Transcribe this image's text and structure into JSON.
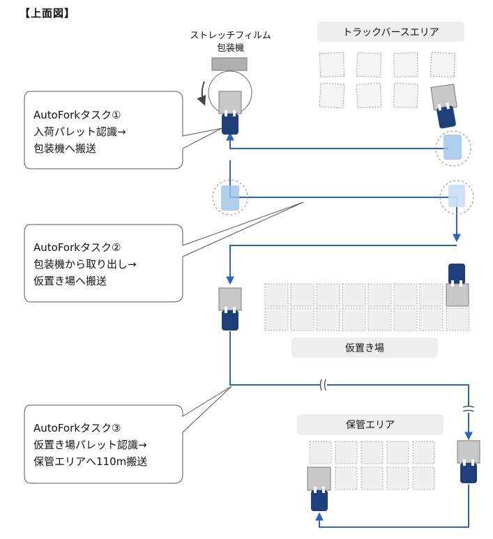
{
  "title": "【上面図】",
  "areas": {
    "track_berth": "トラックバースエリア",
    "temp_storage": "仮置き場",
    "storage": "保管エリア"
  },
  "machine": {
    "line1": "ストレッチフィルム",
    "line2": "包装機"
  },
  "callouts": [
    {
      "line1": "AutoForkタスク①",
      "line2": "入荷パレット認識→",
      "line3": "包装機へ搬送"
    },
    {
      "line1": "AutoForkタスク②",
      "line2": "包装機から取り出し→",
      "line3": "仮置き場へ搬送"
    },
    {
      "line1": "AutoForkタスク③",
      "line2": "仮置き場パレット認識→",
      "line3": "保管エリアへ110m搬送"
    }
  ],
  "colors": {
    "route": "#2f65b0",
    "forklift": "#1f3f7a",
    "forklift_ghost": "#9cc3ea",
    "pallet": "#c8c8c8",
    "slot": "#f0f0f0",
    "label_bg": "#eeeeee"
  },
  "icons": [
    "rotation-arrow-icon",
    "break-mark-icon"
  ]
}
